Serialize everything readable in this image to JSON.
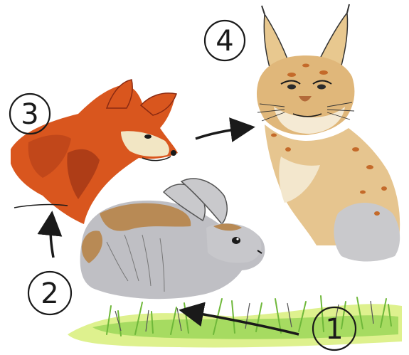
{
  "diagram": {
    "stages": [
      {
        "number": "1",
        "subject": "grass"
      },
      {
        "number": "2",
        "subject": "rabbit"
      },
      {
        "number": "3",
        "subject": "fox"
      },
      {
        "number": "4",
        "subject": "lynx"
      }
    ],
    "arrows": [
      {
        "from": "1",
        "to": "2"
      },
      {
        "from": "2",
        "to": "3"
      },
      {
        "from": "3",
        "to": "4"
      }
    ],
    "colors": {
      "grass": "#8fd14f",
      "grass_light": "#d8ef7a",
      "fox": "#d9561e",
      "fox_dark": "#8a2a12",
      "rabbit_brown": "#b88a55",
      "rabbit_grey": "#b9b9bd",
      "lynx": "#e0b77a",
      "lynx_spots": "#c46a2a",
      "ink": "#1a1a1a"
    }
  }
}
